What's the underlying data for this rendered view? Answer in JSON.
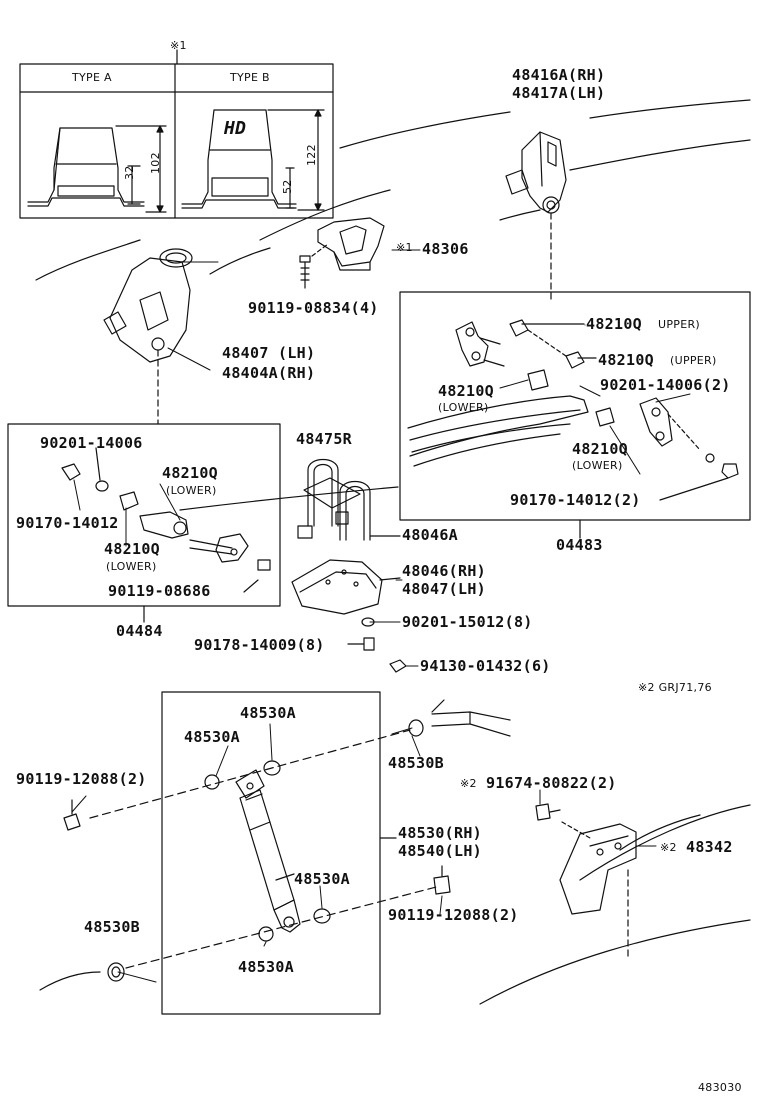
{
  "inset": {
    "note_mark": "※1",
    "type_a": "TYPE A",
    "type_b": "TYPE B",
    "hd_text": "HD",
    "dim_a_small": "32",
    "dim_a_large": "102",
    "dim_b_small": "52",
    "dim_b_large": "122"
  },
  "labels": {
    "p48416": "48416A(RH)",
    "p48417": "48417A(LH)",
    "p48306_mark": "※1",
    "p48306": "48306",
    "p90119_08834": "90119-08834(4)",
    "p48407": "48407 (LH)",
    "p48404": "48404A(RH)",
    "p48210_upper1": "48210Q",
    "upper1": "UPPER)",
    "p48210_upper2": "48210Q",
    "upper2": "(UPPER)",
    "p48210_lower_r1": "48210Q",
    "lower_r1": "(LOWER)",
    "p90201_14006_2": "90201-14006(2)",
    "p48210_lower_r2": "48210Q",
    "lower_r2": "(LOWER)",
    "p90170_14012_2": "90170-14012(2)",
    "p04483": "04483",
    "p90201_14006": "90201-14006",
    "p48210_lower_l1": "48210Q",
    "lower_l1": "(LOWER)",
    "p90170_14012": "90170-14012",
    "p48210_lower_l2": "48210Q",
    "lower_l2": "(LOWER)",
    "p90119_08686": "90119-08686",
    "p04484": "04484",
    "p48475R": "48475R",
    "p48046A": "48046A",
    "p48046": "48046(RH)",
    "p48047": "48047(LH)",
    "p90201_15012": "90201-15012(8)",
    "p90178_14009": "90178-14009(8)",
    "p94130_01432": "94130-01432(6)",
    "note2": "※2 GRJ71,76",
    "p48530A_1": "48530A",
    "p48530A_2": "48530A",
    "p48530B_1": "48530B",
    "p90119_12088_l": "90119-12088(2)",
    "p91674_mark": "※2",
    "p91674": "91674-80822(2)",
    "p48530": "48530(RH)",
    "p48540": "48540(LH)",
    "p48342_mark": "※2",
    "p48342": "48342",
    "p48530A_3": "48530A",
    "p90119_12088_r": "90119-12088(2)",
    "p48530B_2": "48530B",
    "p48530A_4": "48530A",
    "diagram_no": "483030"
  }
}
